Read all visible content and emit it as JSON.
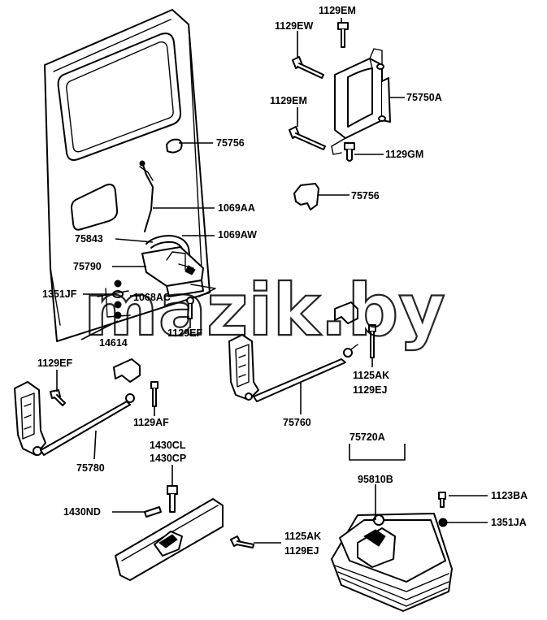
{
  "watermark": "mazik.by",
  "labels": {
    "p1129EM_a": "1129EM",
    "p1129EW": "1129EW",
    "p75750A": "75750A",
    "p1129EM_b": "1129EM",
    "p1129GM": "1129GM",
    "p75756_a": "75756",
    "p75756_b": "75756",
    "p1069AA": "1069AA",
    "p75843": "75843",
    "p1069AW": "1069AW",
    "p75790": "75790",
    "p1351JF": "1351JF",
    "p1068AC": "1068AC",
    "p14614": "14614",
    "p1129EF_a": "1129EF",
    "p1129EF_b": "1129EF",
    "p1129AF": "1129AF",
    "p75780": "75780",
    "p1125AK_a": "1125AK",
    "p1129EJ_a": "1129EJ",
    "p75760": "75760",
    "p1430CL": "1430CL",
    "p1430CP": "1430CP",
    "p1430ND": "1430ND",
    "p1125AK_b": "1125AK",
    "p1129EJ_b": "1129EJ",
    "p75720A": "75720A",
    "p95810B": "95810B",
    "p1123BA": "1123BA",
    "p1351JA": "1351JA"
  }
}
